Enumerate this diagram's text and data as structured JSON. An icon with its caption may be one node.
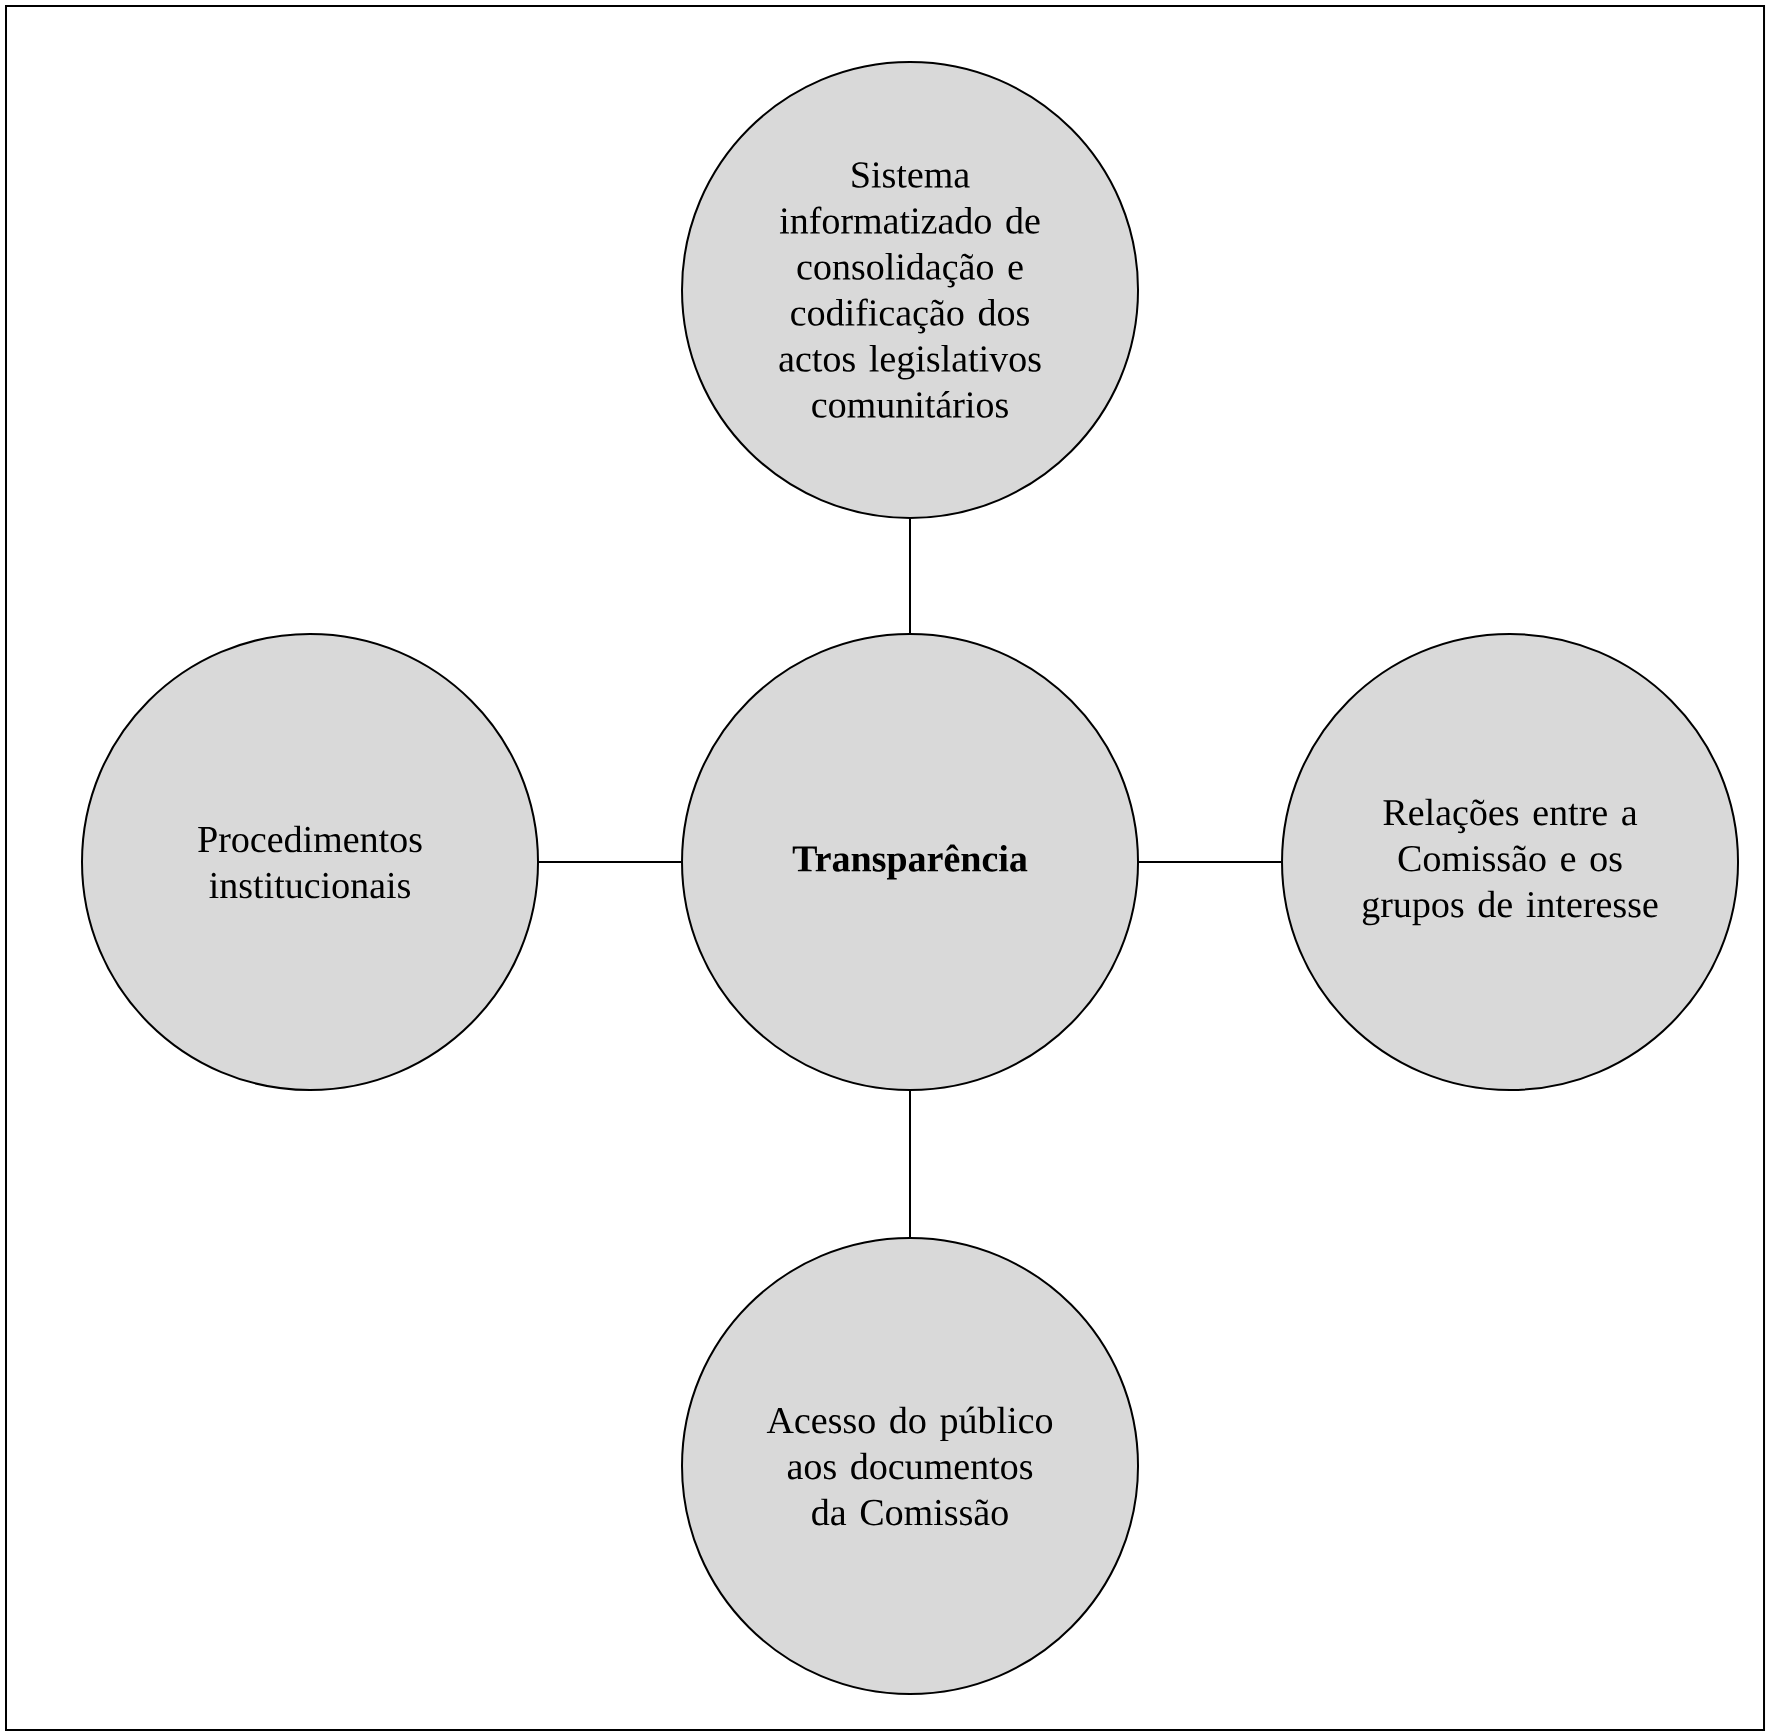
{
  "diagram": {
    "nodes": [
      {
        "text": [
          "**Transparência**"
        ]
      },
      {
        "text": [
          "Sistema informatizado de consolidação e codificação dos actos legislativos comunitários"
        ]
      },
      {
        "text": [
          "Procedimentos institucionais"
        ]
      },
      {
        "text": [
          "Relações entre a Comissão e os grupos de interesse"
        ]
      },
      {
        "text": [
          "Acesso do público aos documentos da Comissão"
        ]
      }
    ],
    "edges": [
      {
        "from": 0,
        "to": 1,
        "arrow": "none"
      },
      {
        "from": 0,
        "to": 2,
        "arrow": "none"
      },
      {
        "from": 0,
        "to": 3,
        "arrow": "none"
      },
      {
        "from": 0,
        "to": 4,
        "arrow": "none"
      }
    ]
  }
}
